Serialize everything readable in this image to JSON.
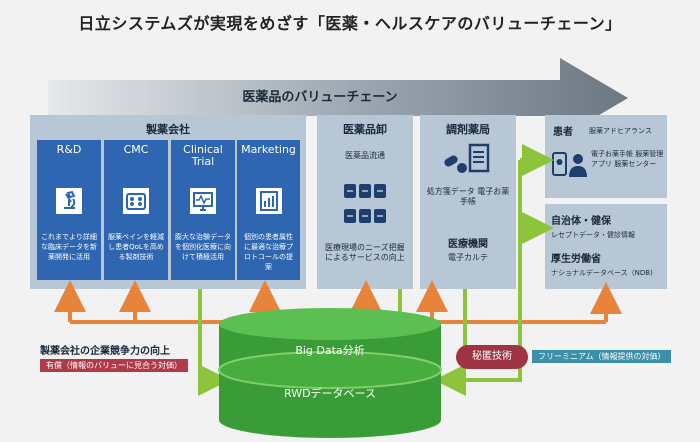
{
  "title": "日立システムズが実現をめざす「医薬・ヘルスケアのバリューチェーン」",
  "chain_label": "医薬品のバリューチェーン",
  "pharma": {
    "title": "製薬会社",
    "units": [
      {
        "title": "R&D",
        "icon": "microscope-icon",
        "text": "これまでより詳細な臨床データを新薬開発に活用"
      },
      {
        "title": "CMC",
        "icon": "pill-pack-icon",
        "text": "服薬ペインを軽減し患者QoLを高める製剤技術"
      },
      {
        "title": "Clinical Trial",
        "icon": "monitor-chart-icon",
        "text": "膨大な治験データを個別化医療に向けて積極活用"
      },
      {
        "title": "Marketing",
        "icon": "chart-board-icon",
        "text": "個別の患者属性に最適な治療プロトコールの提案"
      }
    ]
  },
  "wholesale": {
    "title": "医薬品卸",
    "subtitle": "医薬品流通",
    "icon": "boxes-icon",
    "text": "医療現場のニーズ把握によるサービスの向上"
  },
  "pharmacy": {
    "title": "調剤薬局",
    "icon": "prescription-icon",
    "text": "処方箋データ 電子お薬手帳",
    "subtitle": "医療機関",
    "subtext": "電子カルテ"
  },
  "patient": {
    "title": "患者",
    "heading_note": "服薬アドヒアランス",
    "icon": "patient-phone-icon",
    "text": "電子お薬手帳 服薬管理アプリ 服薬センター"
  },
  "gov": {
    "title1": "自治体・健保",
    "text1": "レセプトデータ・健診情報",
    "title2": "厚生労働省",
    "text2": "ナショナルデータベース（NDB)"
  },
  "bottom": {
    "competitiveness": "製薬会社の企業競争力の向上",
    "paid": "有償（情報のバリューに見合う対価）",
    "bigdata": "Big Data分析",
    "rwd": "RWDデータベース",
    "secret": "秘匿技術",
    "freemium": "フリーミニアム（情報提供の対価）"
  },
  "colors": {
    "panel": "#b7c7d6",
    "unit": "#2e66b1",
    "arrow_band": "#8a99a7",
    "orange": "#e8843a",
    "green": "#8cc43c",
    "cylinder": "#3fa13a",
    "secret": "#9e3344",
    "free_tag": "#3b8fa8",
    "paid_tag": "#b03a48"
  }
}
